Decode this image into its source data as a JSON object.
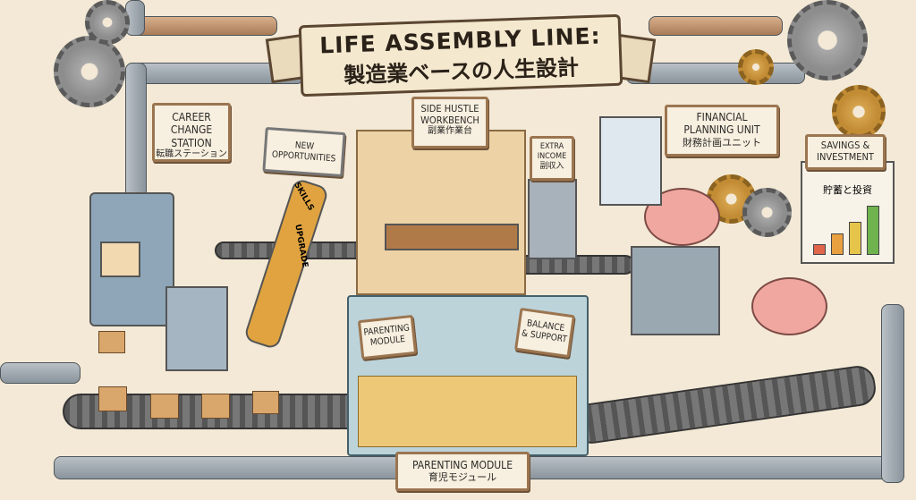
{
  "title": {
    "en": "LIFE ASSEMBLY LINE:",
    "jp": "製造業ベースの人生設計"
  },
  "stations": {
    "career": {
      "en1": "CAREER CHANGE",
      "en2": "STATION",
      "jp": "転職ステーション"
    },
    "opportunities": {
      "l1": "NEW",
      "l2": "OPPORTUNITIES"
    },
    "robot": {
      "skills": "SKILLS",
      "upgrade": "UPGRADE"
    },
    "side_hustle": {
      "en1": "SIDE HUSTLE",
      "en2": "WORKBENCH",
      "jp": "副業作業台"
    },
    "extra_income": {
      "l1": "EXTRA",
      "l2": "INCOME",
      "jp": "副収入"
    },
    "financial": {
      "en1": "FINANCIAL",
      "en2": "PLANNING UNIT",
      "jp": "財務計画ユニット"
    },
    "savings": {
      "en1": "SAVINGS &",
      "en2": "INVESTMENT",
      "jp": "貯蓄と投資"
    },
    "parenting_wall": {
      "l1": "PARENTING",
      "l2": "MODULE"
    },
    "balance": {
      "l1": "BALANCE",
      "l2": "& SUPPORT"
    },
    "parenting": {
      "en": "PARENTING MODULE",
      "jp": "育児モジュール"
    }
  },
  "savings_chart": {
    "values": [
      1,
      2,
      3,
      4.5
    ]
  },
  "colors": {
    "background": "#f3e9d6",
    "sign_border": "#9b7550",
    "bar_colors": [
      "#e0664a",
      "#e9a040",
      "#e6c44a",
      "#6fb34f"
    ]
  }
}
